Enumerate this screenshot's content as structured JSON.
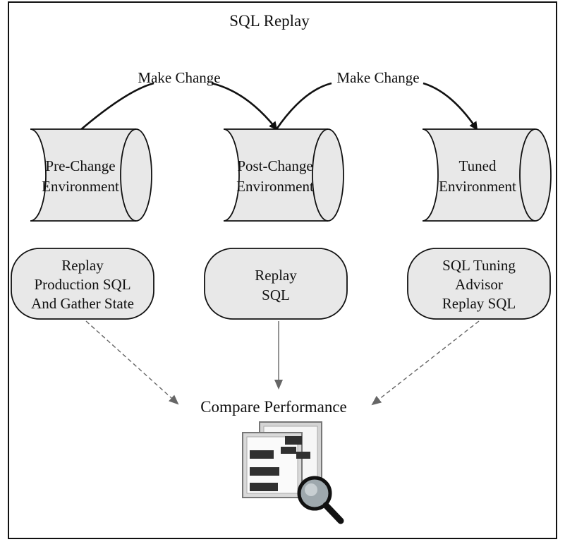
{
  "diagram": {
    "title": "SQL Replay",
    "edges": {
      "make_change_1": "Make Change",
      "make_change_2": "Make Change"
    },
    "environments": {
      "pre_change": {
        "line1": "Pre-Change",
        "line2": "Environment"
      },
      "post_change": {
        "line1": "Post-Change",
        "line2": "Environment"
      },
      "tuned": {
        "line1": "Tuned",
        "line2": "Environment"
      }
    },
    "processes": {
      "replay_production": {
        "line1": "Replay",
        "line2": "Production SQL",
        "line3": "And Gather State"
      },
      "replay_sql": {
        "line1": "Replay",
        "line2": "SQL"
      },
      "tuning_advisor": {
        "line1": "SQL Tuning",
        "line2": "Advisor",
        "line3": "Replay SQL"
      }
    },
    "compare": "Compare Performance",
    "icon": "report-magnifier-icon"
  },
  "colors": {
    "fill": "#e8e8e8",
    "stroke": "#111111",
    "dashed": "#666666",
    "bar_dark": "#303030",
    "lens": "#9ea8ad"
  }
}
